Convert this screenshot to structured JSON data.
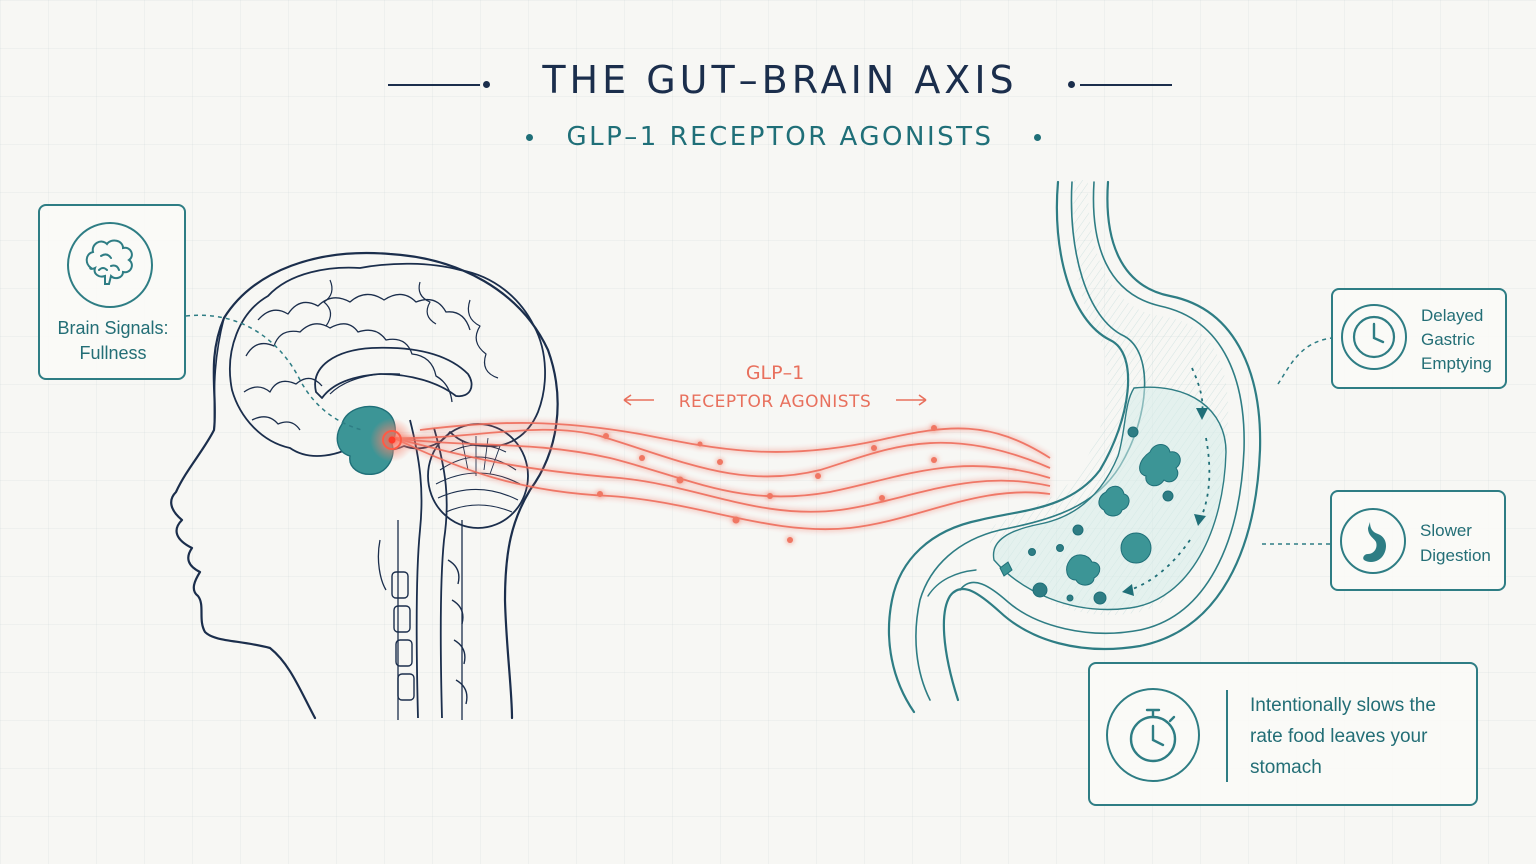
{
  "header": {
    "title": "THE GUT–BRAIN AXIS",
    "subtitle": "GLP–1 RECEPTOR AGONISTS"
  },
  "signal_label": {
    "line1": "GLP–1",
    "line2": "RECEPTOR AGONISTS"
  },
  "cards": {
    "brain": {
      "label": "Brain Signals: Fullness",
      "icon": "brain-icon"
    },
    "delayed": {
      "label": "Delayed Gastric Emptying",
      "icon": "clock-icon"
    },
    "slower": {
      "label": "Slower Digestion",
      "icon": "stomach-icon"
    },
    "info": {
      "label": "Intentionally slows the rate food leaves your stomach",
      "icon": "stopwatch-icon"
    }
  },
  "colors": {
    "navy": "#1b2e4c",
    "teal": "#2e7d84",
    "coral": "#e8705d",
    "background": "#f7f7f4"
  }
}
